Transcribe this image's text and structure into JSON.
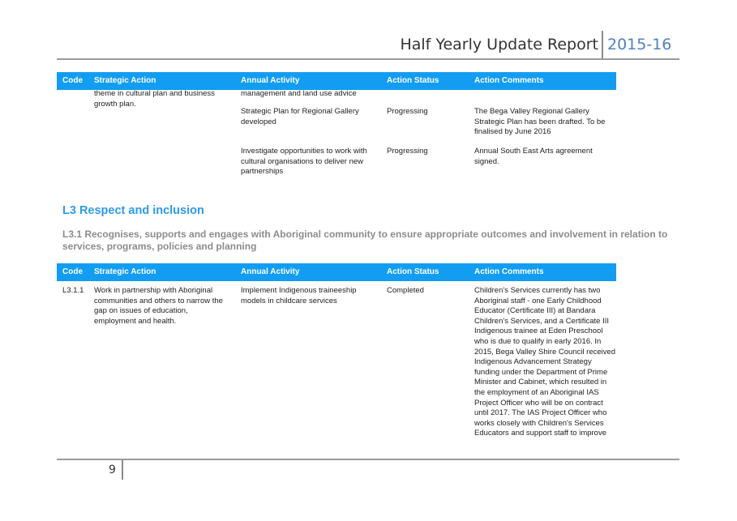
{
  "header": {
    "title": "Half Yearly Update Report",
    "year": "2015-16"
  },
  "table_headers": {
    "code": "Code",
    "strategic_action": "Strategic Action",
    "annual_activity": "Annual Activity",
    "action_status": "Action Status",
    "action_comments": "Action Comments"
  },
  "table1": {
    "rows": [
      {
        "code": "",
        "strategic_action": "theme in cultural  plan and business growth plan.",
        "annual_activity": "management and land use advice",
        "action_status": "",
        "action_comments": ""
      },
      {
        "code": "",
        "strategic_action": "",
        "annual_activity": "Strategic Plan for Regional Gallery developed",
        "action_status": "Progressing",
        "action_comments": "The Bega Valley Regional Gallery Strategic Plan has been drafted. To be finalised  by June 2016"
      },
      {
        "code": "",
        "strategic_action": "",
        "annual_activity": "Investigate opportunities to work with cultural organisations to deliver new partnerships",
        "action_status": "Progressing",
        "action_comments": "Annual South East Arts agreement signed."
      }
    ]
  },
  "section": {
    "heading": "L3 Respect and inclusion",
    "subheading": "L3.1 Recognises, supports and engages with Aboriginal community to ensure appropriate outcomes and involvement in relation to services, programs, policies and planning"
  },
  "table2": {
    "rows": [
      {
        "code": "L3.1.1",
        "strategic_action": "Work in partnership with Aboriginal communities and others to narrow the gap on issues of education, employment and health.",
        "annual_activity": "Implement Indigenous traineeship models in childcare services",
        "action_status": "Completed",
        "action_comments": "Children's Services currently has two Aboriginal staff - one Early Childhood Educator (Certificate III) at Bandara Children's Services, and a Certificate III Indigenous trainee at Eden Preschool who is due to qualify in early 2016. In 2015, Bega Valley Shire Council received Indigenous Advancement Strategy funding under the Department of Prime Minister and Cabinet, which resulted in the employment of an Aboriginal IAS Project Officer who will be on contract until 2017. The IAS Project Officer who works closely with Children's Services Educators and support staff to improve"
      }
    ]
  },
  "footer": {
    "page_number": "9"
  }
}
